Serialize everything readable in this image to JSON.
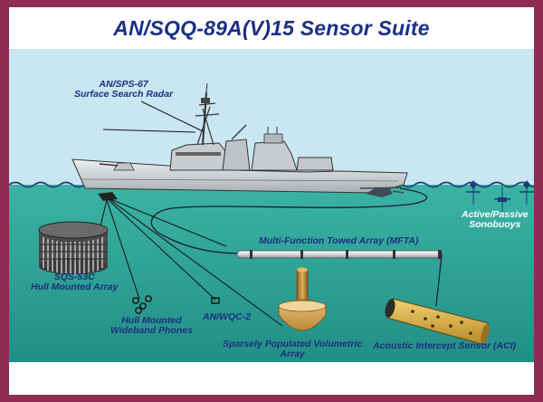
{
  "title": "AN/SQQ-89A(V)15 Sensor Suite",
  "labels": {
    "radar_line1": "AN/SPS-67",
    "radar_line2": "Surface Search Radar",
    "sonobuoys_line1": "Active/Passive",
    "sonobuoys_line2": "Sonobuoys",
    "mfta": "Multi-Function Towed Array (MFTA)",
    "sqs_line1": "SQS-53C",
    "sqs_line2": "Hull Mounted Array",
    "wideband_line1": "Hull Mounted",
    "wideband_line2": "Wideband Phones",
    "wqc": "AN/WQC-2",
    "spva_line1": "Sparsely Populated Volumetric",
    "spva_line2": "Array",
    "aci": "Acoustic Intercept Sensor (ACI)"
  },
  "colors": {
    "border": "#8f2d52",
    "title": "#1a2f86",
    "sky": "#c9e6f2",
    "sea": "#2fa89b",
    "label": "#1d2f7e"
  }
}
